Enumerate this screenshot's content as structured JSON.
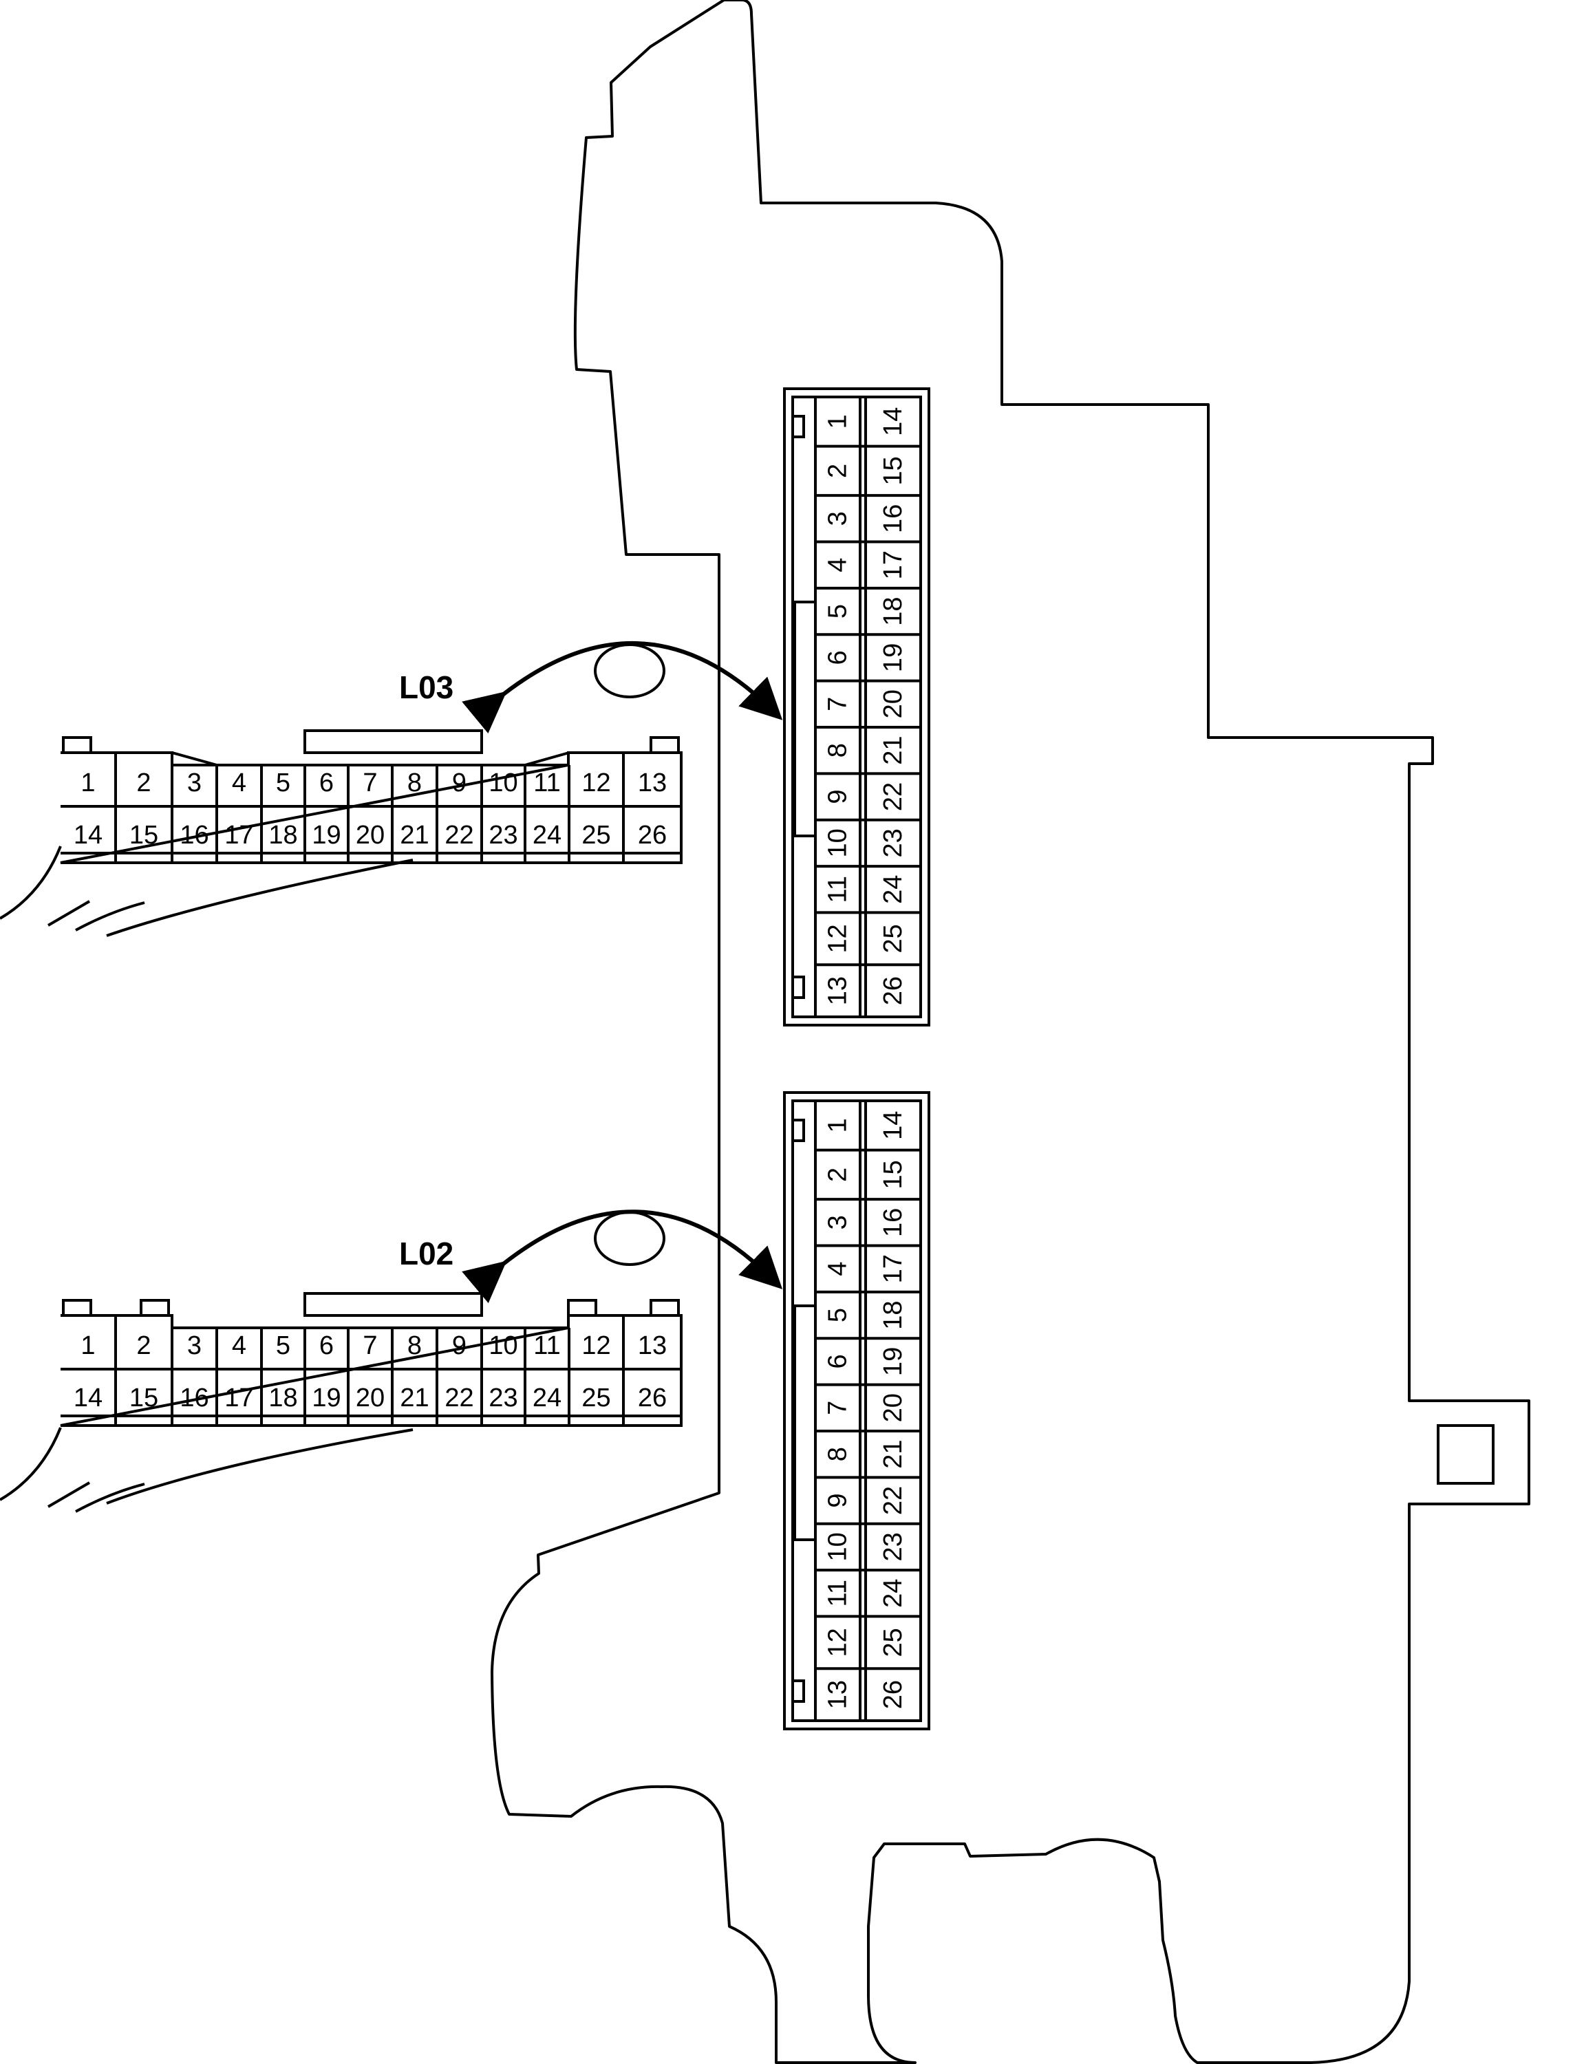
{
  "connectors": [
    {
      "id": "L03",
      "label": "L03",
      "top_row": [
        "1",
        "2",
        "3",
        "4",
        "5",
        "6",
        "7",
        "8",
        "9",
        "10",
        "11",
        "12",
        "13"
      ],
      "bottom_row": [
        "14",
        "15",
        "16",
        "17",
        "18",
        "19",
        "20",
        "21",
        "22",
        "23",
        "24",
        "25",
        "26"
      ],
      "unit_left_column": [
        "1",
        "2",
        "3",
        "4",
        "5",
        "6",
        "7",
        "8",
        "9",
        "10",
        "11",
        "12",
        "13"
      ],
      "unit_right_column": [
        "14",
        "15",
        "16",
        "17",
        "18",
        "19",
        "20",
        "21",
        "22",
        "23",
        "24",
        "25",
        "26"
      ]
    },
    {
      "id": "L02",
      "label": "L02",
      "top_row": [
        "1",
        "2",
        "3",
        "4",
        "5",
        "6",
        "7",
        "8",
        "9",
        "10",
        "11",
        "12",
        "13"
      ],
      "bottom_row": [
        "14",
        "15",
        "16",
        "17",
        "18",
        "19",
        "20",
        "21",
        "22",
        "23",
        "24",
        "25",
        "26"
      ],
      "unit_left_column": [
        "1",
        "2",
        "3",
        "4",
        "5",
        "6",
        "7",
        "8",
        "9",
        "10",
        "11",
        "12",
        "13"
      ],
      "unit_right_column": [
        "14",
        "15",
        "16",
        "17",
        "18",
        "19",
        "20",
        "21",
        "22",
        "23",
        "24",
        "25",
        "26"
      ]
    }
  ]
}
